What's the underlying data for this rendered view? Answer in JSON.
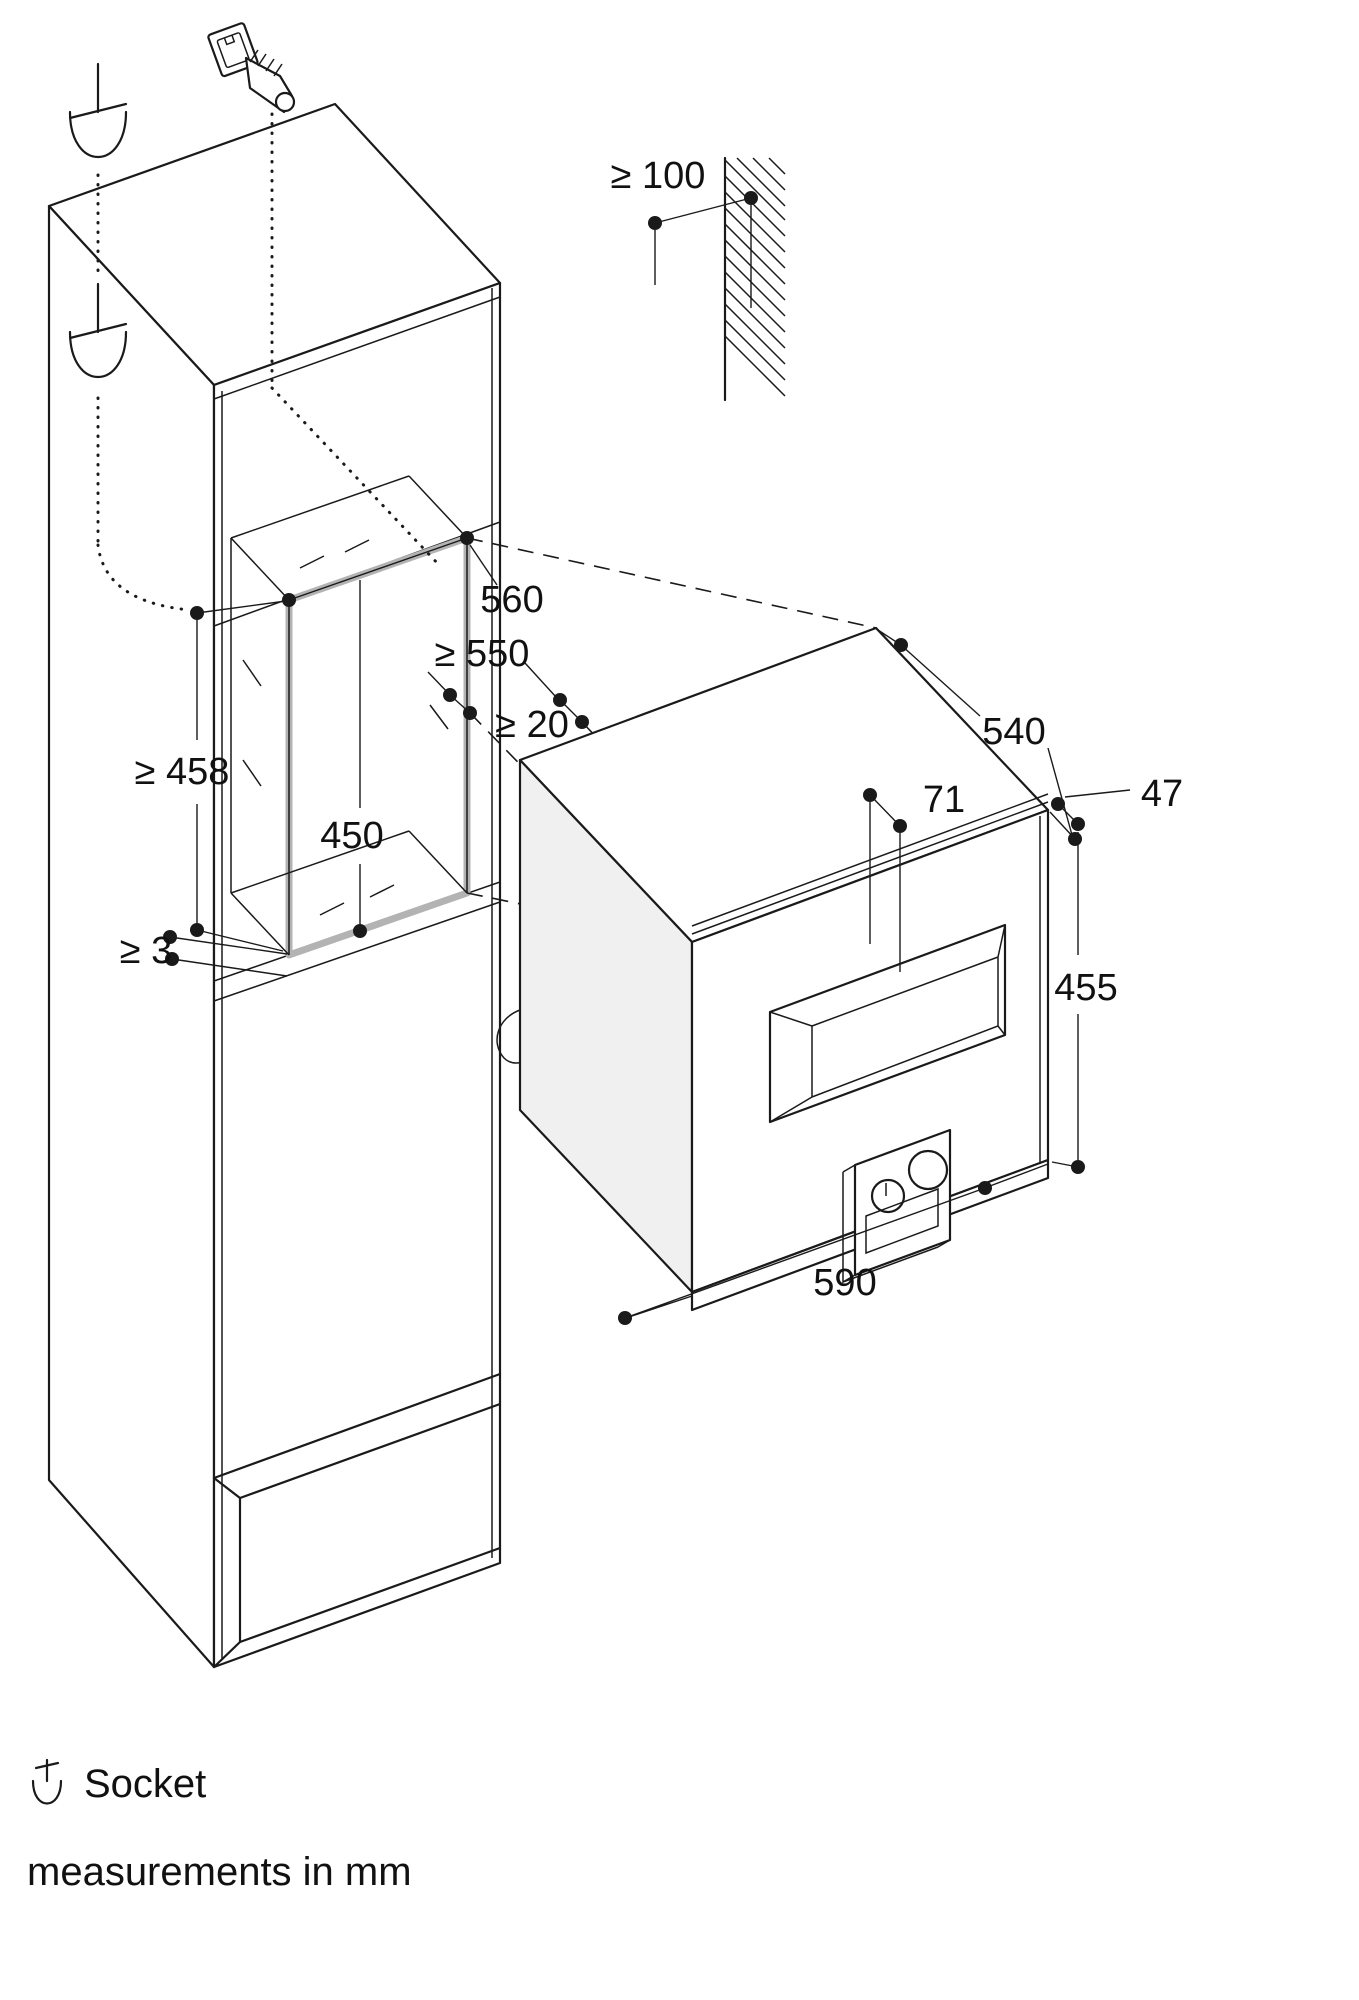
{
  "diagram_type": "built-in appliance installation drawing",
  "dims": [
    {
      "id": "wall-clearance",
      "value": "≥ 100"
    },
    {
      "id": "niche-width",
      "value": "560"
    },
    {
      "id": "niche-depth",
      "value": "≥ 550"
    },
    {
      "id": "top-clearance",
      "value": "≥ 20"
    },
    {
      "id": "housing-height",
      "value": "≥ 458"
    },
    {
      "id": "niche-height",
      "value": "450"
    },
    {
      "id": "bottom-gap",
      "value": "≥ 3"
    },
    {
      "id": "appliance-depth",
      "value": "540"
    },
    {
      "id": "frame-depth",
      "value": "47"
    },
    {
      "id": "control-strip-height",
      "value": "71"
    },
    {
      "id": "appliance-height",
      "value": "455"
    },
    {
      "id": "appliance-width",
      "value": "590"
    }
  ],
  "legend": {
    "socket_label": "Socket",
    "units_note": "measurements in mm"
  },
  "icons": [
    "power-plug-icon",
    "socket-outlet-icon",
    "socket-symbol-icon",
    "wall-hatch"
  ],
  "colors": {
    "line": "#1a1a1a",
    "niche_highlight": "#b3b3b3",
    "panel_shade": "#f0f0f0",
    "background": "#ffffff"
  }
}
